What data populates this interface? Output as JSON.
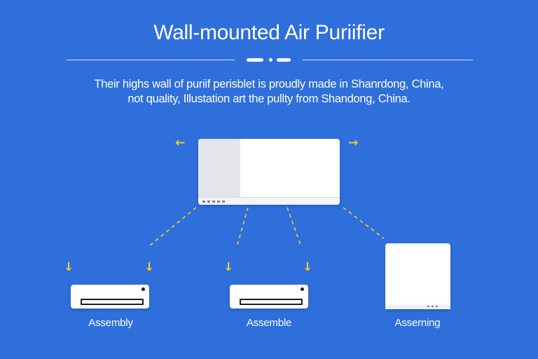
{
  "header": {
    "title": "Wall-mounted Air Puriifier",
    "description_line1": "Their highs wall of puriif perisblet is proudly made in Shanrdong, China,",
    "description_line2": "not quality, Illustation art the pullty from Shandong, China."
  },
  "units": [
    {
      "caption": "Assembly"
    },
    {
      "caption": "Assemble"
    },
    {
      "caption": "Asserning"
    }
  ],
  "icons": {
    "arrow_left": "←",
    "arrow_right": "→",
    "arrow_down": "↓"
  },
  "colors": {
    "background": "#2f6fdc",
    "connector": "#f2d21b",
    "unit": "#ffffff"
  }
}
